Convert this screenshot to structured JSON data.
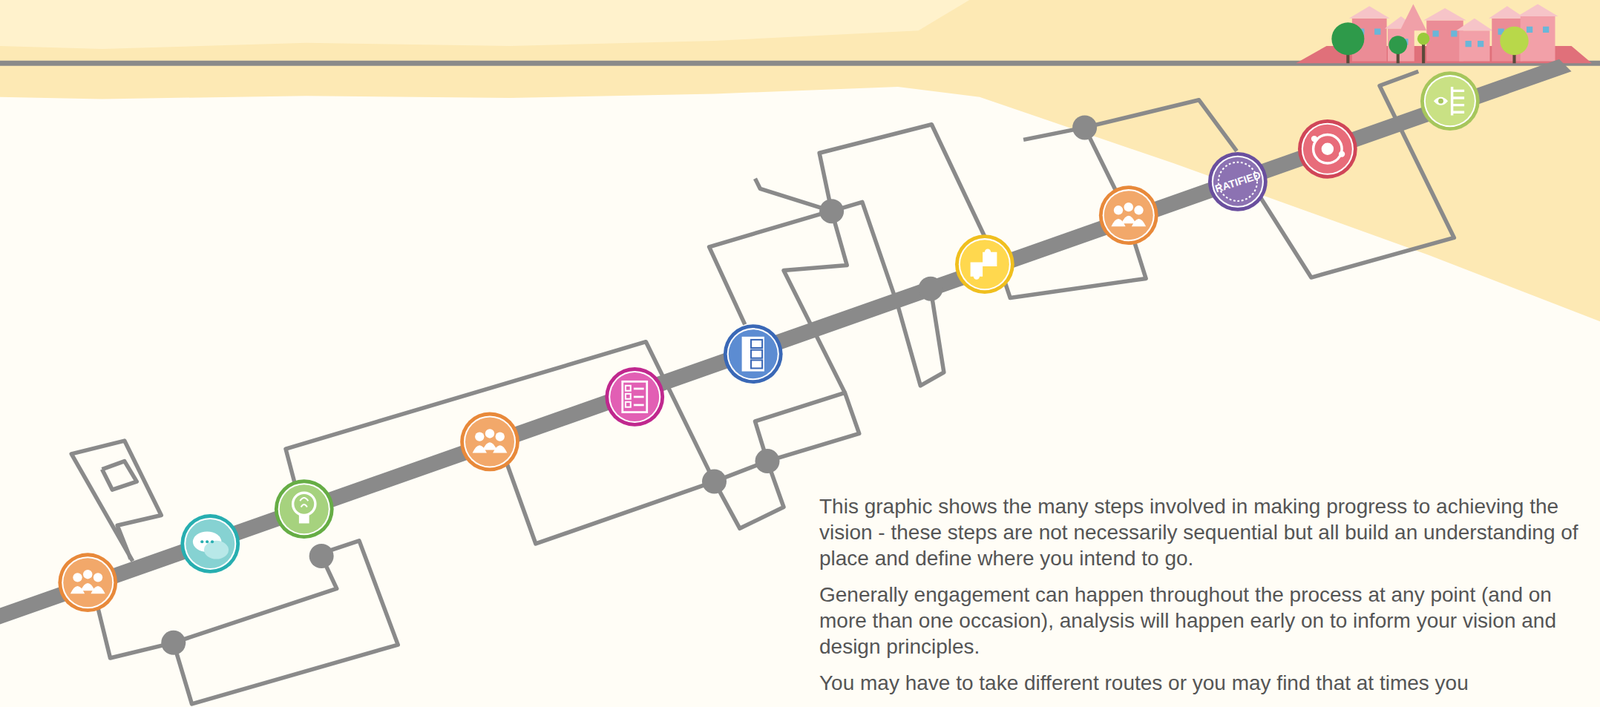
{
  "diagram": {
    "labels": [
      "This graphic shows the many steps involved in making progress to achieving the vision - these steps are not necessarily sequential but all build an understanding of place and define where you intend to go.",
      "Generally engagement can happen throughout the process at any point (and on more than one occasion), analysis will happen early on to inform your vision and design principles.",
      "You may have to take different routes or you may find that at times you",
      "RATIFIED"
    ]
  }
}
